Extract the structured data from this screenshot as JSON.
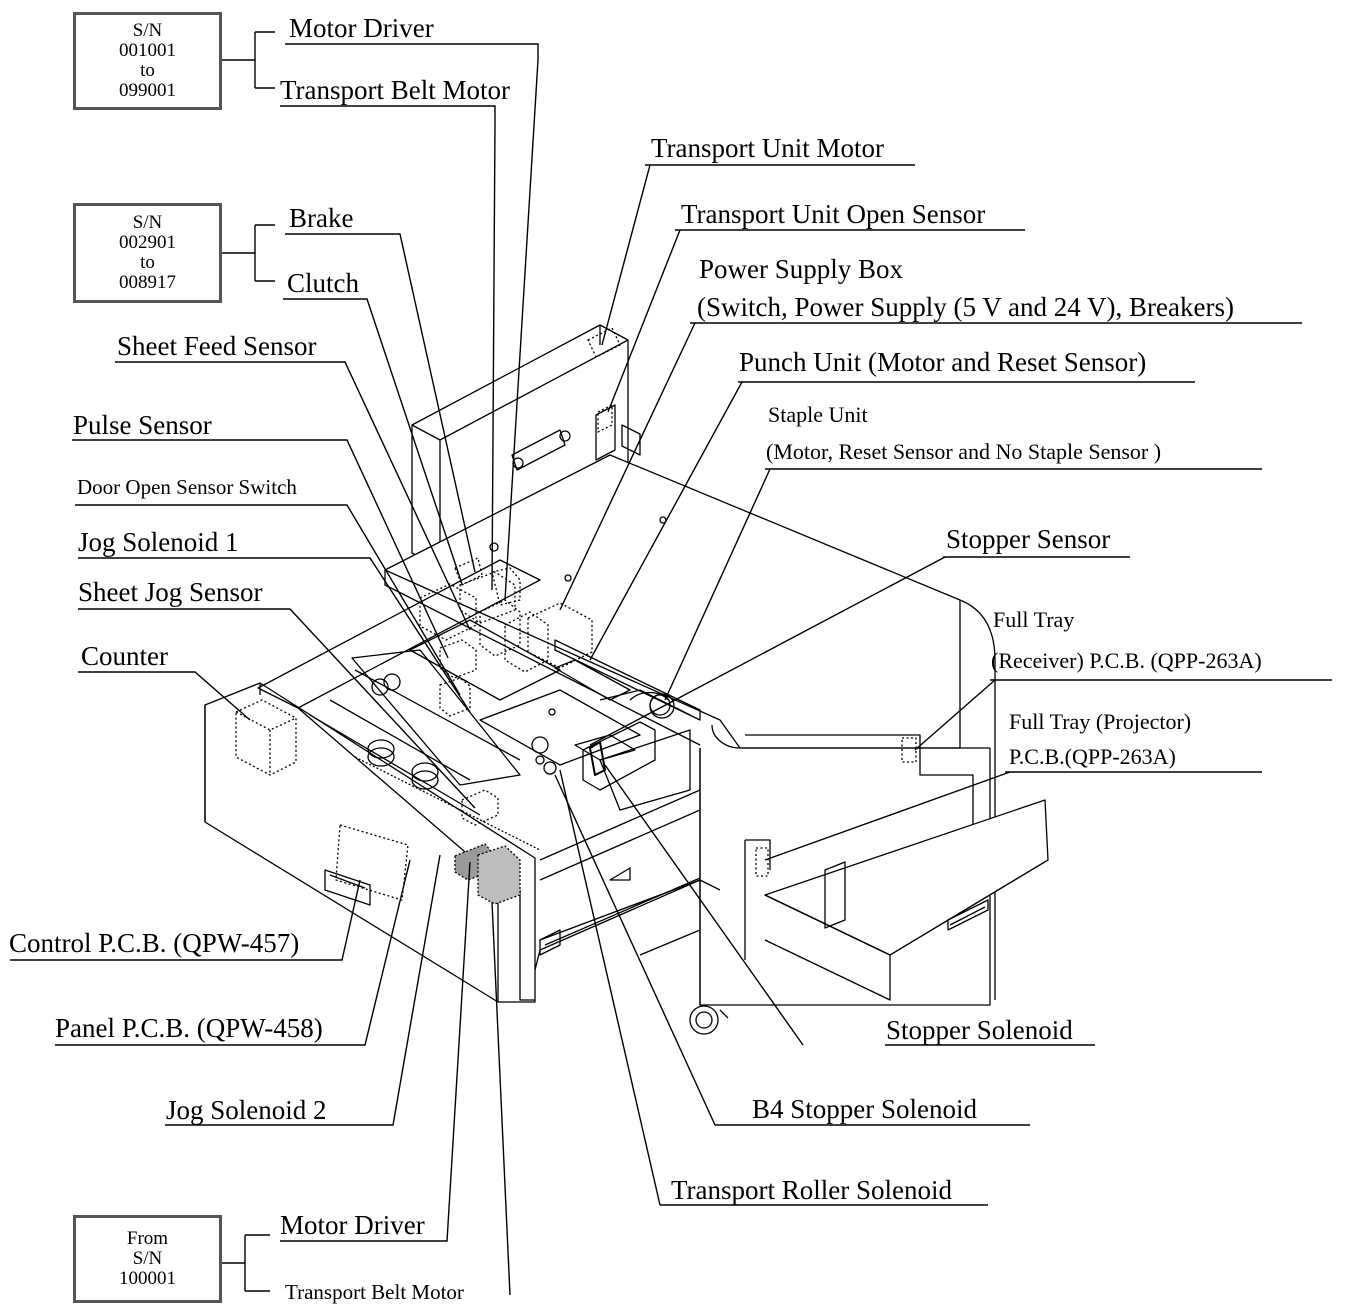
{
  "boxes": {
    "sn1": {
      "l1": "S/N",
      "l2": "001001",
      "l3": "to",
      "l4": "099001"
    },
    "sn2": {
      "l1": "S/N",
      "l2": "002901",
      "l3": "to",
      "l4": "008917"
    },
    "sn3": {
      "l1": "From",
      "l2": "S/N",
      "l3": "100001"
    }
  },
  "labels": {
    "motor_driver_top": "Motor Driver",
    "transport_belt_motor_top": "Transport Belt Motor",
    "transport_unit_motor": "Transport Unit Motor",
    "transport_unit_open_sensor": "Transport Unit Open Sensor",
    "brake": "Brake",
    "clutch": "Clutch",
    "power_supply_box_1": "Power Supply Box",
    "power_supply_box_2": "(Switch, Power Supply (5 V and 24 V), Breakers)",
    "sheet_feed_sensor": "Sheet Feed Sensor",
    "punch_unit": "Punch Unit (Motor and Reset Sensor)",
    "pulse_sensor": "Pulse Sensor",
    "staple_unit_1": "Staple Unit",
    "staple_unit_2": "(Motor, Reset Sensor and No Staple Sensor )",
    "door_open_sensor_switch": "Door Open Sensor Switch",
    "jog_solenoid_1": "Jog Solenoid 1",
    "stopper_sensor": "Stopper Sensor",
    "sheet_jog_sensor": "Sheet Jog Sensor",
    "full_tray_receiver_1": "Full Tray",
    "full_tray_receiver_2": "(Receiver) P.C.B. (QPP-263A)",
    "counter": "Counter",
    "full_tray_projector_1": "Full Tray (Projector)",
    "full_tray_projector_2": "P.C.B.(QPP-263A)",
    "control_pcb": "Control P.C.B. (QPW-457)",
    "panel_pcb": "Panel P.C.B. (QPW-458)",
    "stopper_solenoid": "Stopper Solenoid",
    "b4_stopper_solenoid": "B4 Stopper Solenoid",
    "jog_solenoid_2": "Jog Solenoid 2",
    "transport_roller_solenoid": "Transport Roller Solenoid",
    "motor_driver_bottom": "Motor Driver",
    "transport_belt_motor_bottom": "Transport Belt Motor"
  }
}
